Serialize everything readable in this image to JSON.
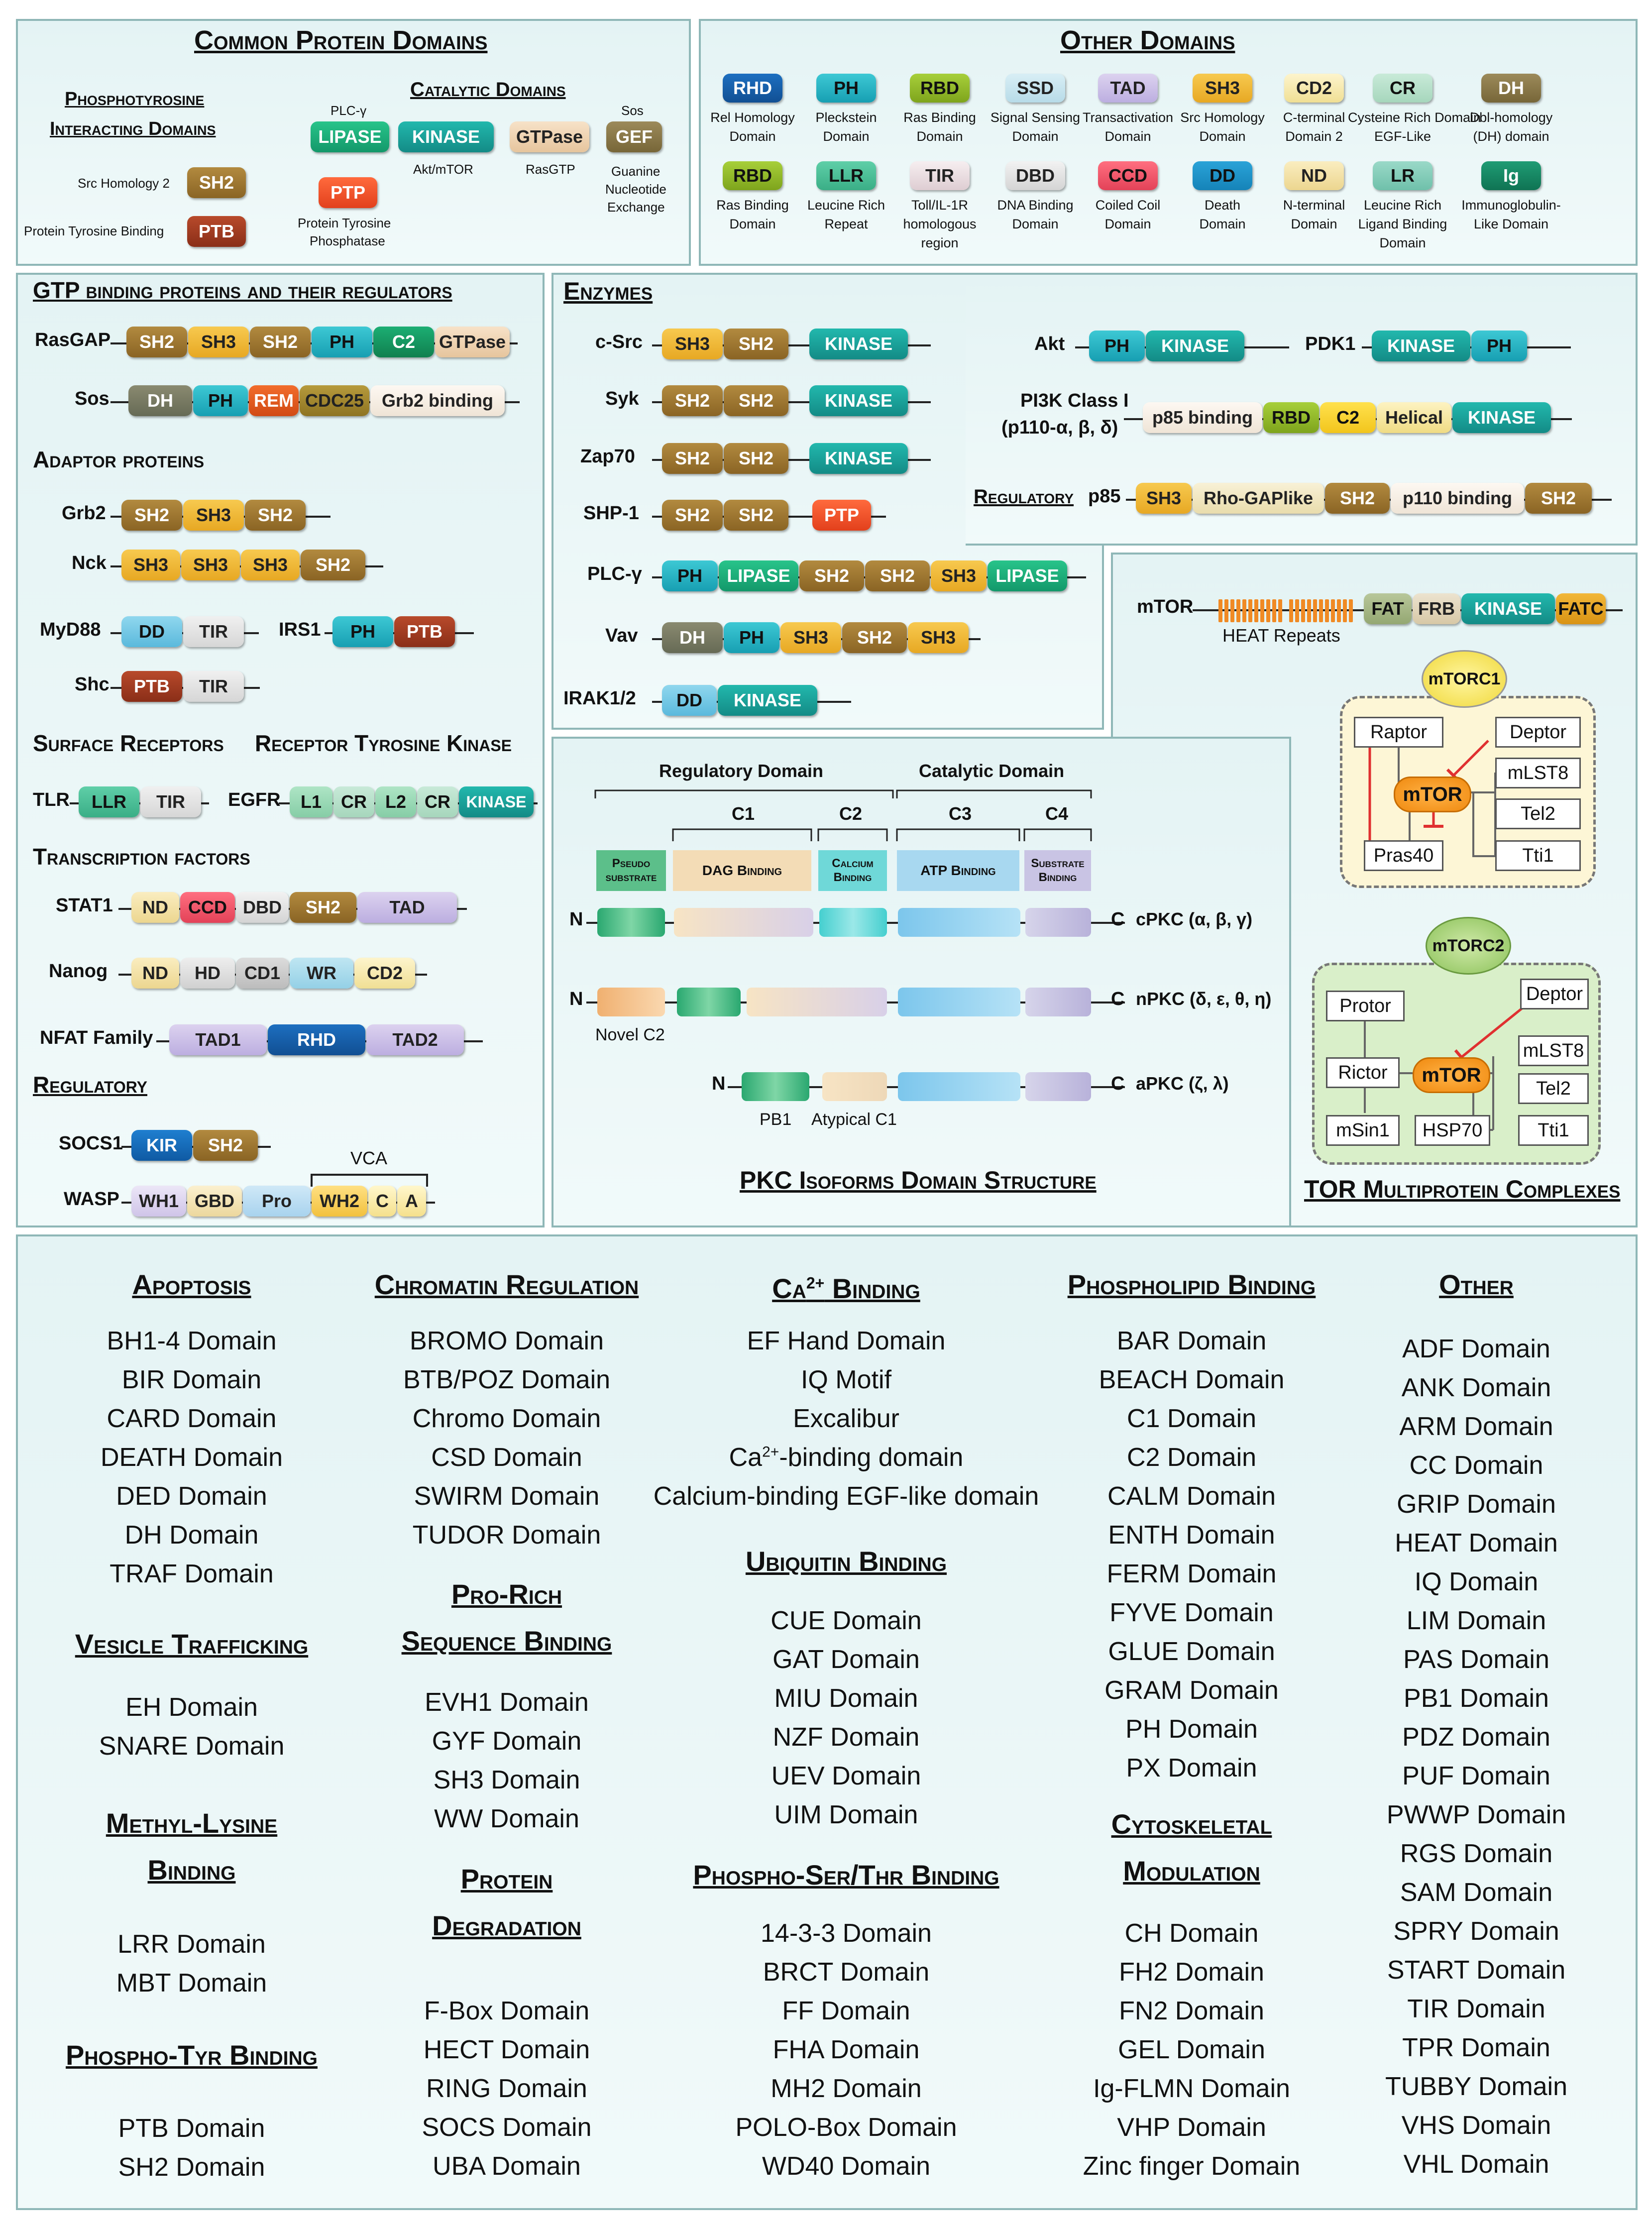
{
  "common": {
    "title": "Common Protein Domains",
    "ptyr_title_1": "Phosphotyrosine",
    "ptyr_title_2": "Interacting Domains",
    "catalytic_title": "Catalytic Domains",
    "sh2_label": "Src Homology 2",
    "sh2": "SH2",
    "ptb_label": "Protein Tyrosine Binding",
    "ptb": "PTB",
    "plcg": "PLC-γ",
    "lipase": "LIPASE",
    "kinase": "KINASE",
    "akt": "Akt/mTOR",
    "gtpase": "GTPase",
    "rasgtp": "RasGTP",
    "sos": "Sos",
    "gef": "GEF",
    "gef_label_1": "Guanine",
    "gef_label_2": "Nucleotide",
    "gef_label_3": "Exchange",
    "ptp": "PTP",
    "ptp_label_1": "Protein Tyrosine",
    "ptp_label_2": "Phosphatase"
  },
  "other": {
    "title": "Other Domains",
    "row1": [
      {
        "abbr": "RHD",
        "l1": "Rel Homology",
        "l2": "Domain",
        "l3": ""
      },
      {
        "abbr": "PH",
        "l1": "Pleckstein",
        "l2": "Domain",
        "l3": ""
      },
      {
        "abbr": "RBD",
        "l1": "Ras Binding",
        "l2": "Domain",
        "l3": ""
      },
      {
        "abbr": "SSD",
        "l1": "Signal Sensing",
        "l2": "Domain",
        "l3": ""
      },
      {
        "abbr": "TAD",
        "l1": "Transactivation",
        "l2": "Domain",
        "l3": ""
      },
      {
        "abbr": "SH3",
        "l1": "Src Homology",
        "l2": "Domain",
        "l3": ""
      },
      {
        "abbr": "CD2",
        "l1": "C-terminal",
        "l2": "Domain 2",
        "l3": ""
      },
      {
        "abbr": "CR",
        "l1": "Cysteine Rich Domain",
        "l2": "EGF-Like",
        "l3": ""
      },
      {
        "abbr": "DH",
        "l1": "Dbl-homology",
        "l2": "(DH) domain",
        "l3": ""
      }
    ],
    "row2": [
      {
        "abbr": "RBD",
        "l1": "Ras Binding",
        "l2": "Domain",
        "l3": ""
      },
      {
        "abbr": "LLR",
        "l1": "Leucine Rich",
        "l2": "Repeat",
        "l3": ""
      },
      {
        "abbr": "TIR",
        "l1": "Toll/IL-1R",
        "l2": "homologous",
        "l3": "region"
      },
      {
        "abbr": "DBD",
        "l1": "DNA Binding",
        "l2": "Domain",
        "l3": ""
      },
      {
        "abbr": "CCD",
        "l1": "Coiled Coil",
        "l2": "Domain",
        "l3": ""
      },
      {
        "abbr": "DD",
        "l1": "Death",
        "l2": "Domain",
        "l3": ""
      },
      {
        "abbr": "ND",
        "l1": "N-terminal",
        "l2": "Domain",
        "l3": ""
      },
      {
        "abbr": "LR",
        "l1": "Leucine Rich",
        "l2": "Ligand Binding",
        "l3": "Domain"
      },
      {
        "abbr": "Ig",
        "l1": "Immunoglobulin-",
        "l2": "Like Domain",
        "l3": ""
      }
    ]
  },
  "gtp": {
    "title": "GTP binding proteins and their regulators",
    "rasgap": "RasGAP",
    "sos": "Sos",
    "adaptor_title": "Adaptor proteins",
    "grb2": "Grb2",
    "nck": "Nck",
    "myd88": "MyD88",
    "irs1": "IRS1",
    "shc": "Shc",
    "receptors_title": "Surface Receptors",
    "rtk_title": "Receptor Tyrosine Kinase",
    "tlr": "TLR",
    "egfr": "EGFR",
    "tf_title": "Transcription factors",
    "stat1": "STAT1",
    "nanog": "Nanog",
    "nfat": "NFAT Family",
    "reg_title": "Regulatory",
    "socs1": "SOCS1",
    "wasp": "WASP",
    "vca": "VCA",
    "p": {
      "sh2": "SH2",
      "sh3": "SH3",
      "ph": "PH",
      "c2": "C2",
      "gtpase": "GTPase",
      "dh": "DH",
      "rem": "REM",
      "cdc25": "CDC25",
      "grb2b": "Grb2 binding",
      "dd": "DD",
      "tir": "TIR",
      "ptb": "PTB",
      "llr": "LLR",
      "l1": "L1",
      "cr": "CR",
      "l2": "L2",
      "kinase": "KINASE",
      "nd": "ND",
      "ccd": "CCD",
      "dbd": "DBD",
      "tad": "TAD",
      "hd": "HD",
      "cd1": "CD1",
      "wr": "WR",
      "cd2": "CD2",
      "tad1": "TAD1",
      "rhd": "RHD",
      "tad2": "TAD2",
      "kir": "KIR",
      "wh1": "WH1",
      "gbd": "GBD",
      "pro": "Pro",
      "wh2": "WH2",
      "c": "C",
      "a": "A"
    }
  },
  "enzymes": {
    "title": "Enzymes",
    "csrc": "c-Src",
    "syk": "Syk",
    "zap70": "Zap70",
    "shp1": "SHP-1",
    "plcg": "PLC-γ",
    "vav": "Vav",
    "irak": "IRAK1/2",
    "akt": "Akt",
    "pdk1": "PDK1",
    "pi3k_1": "PI3K Class I",
    "pi3k_2": "(p110-α, β, δ)",
    "regulatory": "Regulatory",
    "p85": "p85",
    "p": {
      "sh3": "SH3",
      "sh2": "SH2",
      "kinase": "KINASE",
      "ptp": "PTP",
      "ph": "PH",
      "lipase": "LIPASE",
      "dh": "DH",
      "dd": "DD",
      "p85b": "p85 binding",
      "rbd": "RBD",
      "c2": "C2",
      "helical": "Helical",
      "rhogap": "Rho-GAPlike",
      "p110b": "p110 binding"
    }
  },
  "mtor": {
    "label": "mTOR",
    "heat": "HEAT Repeats",
    "fat": "FAT",
    "frb": "FRB",
    "kinase": "KINASE",
    "fatc": "FATC",
    "mtorc1": "mTORC1",
    "mtorc2": "mTORC2",
    "c1": {
      "raptor": "Raptor",
      "deptor": "Deptor",
      "mlst8": "mLST8",
      "tel2": "Tel2",
      "tti1": "Tti1",
      "pras40": "Pras40",
      "mtor": "mTOR"
    },
    "c2": {
      "protor": "Protor",
      "rictor": "Rictor",
      "msin1": "mSin1",
      "hsp70": "HSP70",
      "deptor": "Deptor",
      "mlst8": "mLST8",
      "tel2": "Tel2",
      "tti1": "Tti1",
      "mtor": "mTOR"
    },
    "title": "TOR Multiprotein Complexes"
  },
  "pkc": {
    "regulatory": "Regulatory Domain",
    "catalytic": "Catalytic Domain",
    "c1": "C1",
    "c2": "C2",
    "c3": "C3",
    "c4": "C4",
    "pseudo_1": "Pseudo",
    "pseudo_2": "substrate",
    "dag": "DAG Binding",
    "calcium_1": "Calcium",
    "calcium_2": "Binding",
    "atp": "ATP Binding",
    "substrate_1": "Substrate",
    "substrate_2": "Binding",
    "n": "N",
    "c": "C",
    "cpkc": "cPKC (α, β, γ)",
    "npkc": "nPKC (δ, ε, θ, η)",
    "apkc": "aPKC (ζ, λ)",
    "novel_c2": "Novel C2",
    "pb1": "PB1",
    "atypical_c1": "Atypical C1",
    "title": "PKC Isoforms Domain Structure"
  },
  "lists": {
    "apoptosis": {
      "title": "Apoptosis",
      "items": [
        "BH1-4 Domain",
        "BIR Domain",
        "CARD Domain",
        "DEATH Domain",
        "DED Domain",
        "DH Domain",
        "TRAF Domain"
      ]
    },
    "vesicle": {
      "title": "Vesicle Trafficking",
      "items": [
        "EH Domain",
        "SNARE Domain"
      ]
    },
    "methyl": {
      "title_1": "Methyl-Lysine",
      "title_2": "Binding",
      "items": [
        "LRR Domain",
        "MBT Domain"
      ]
    },
    "ptyr": {
      "title": "Phospho-Tyr Binding",
      "items": [
        "PTB Domain",
        "SH2 Domain"
      ]
    },
    "chromatin": {
      "title": "Chromatin Regulation",
      "items": [
        "BROMO Domain",
        "BTB/POZ Domain",
        "Chromo Domain",
        "CSD Domain",
        "SWIRM Domain",
        "TUDOR Domain"
      ]
    },
    "prorich": {
      "title_1": "Pro-Rich",
      "title_2": "Sequence Binding",
      "items": [
        "EVH1 Domain",
        "GYF Domain",
        "SH3 Domain",
        "WW Domain"
      ]
    },
    "degradation": {
      "title_1": "Protein",
      "title_2": "Degradation",
      "items": [
        "F-Box Domain",
        "HECT Domain",
        "RING Domain",
        "SOCS Domain",
        "UBA Domain"
      ]
    },
    "ca": {
      "title_a": "Ca",
      "title_sup": "2+",
      "title_b": " Binding",
      "items": [
        "EF Hand Domain",
        "IQ Motif",
        "Excalibur"
      ],
      "ca_item_a": "Ca",
      "ca_item_sup": "2+",
      "ca_item_b": "-binding domain",
      "last": "Calcium-binding EGF-like domain"
    },
    "ubiquitin": {
      "title": "Ubiquitin Binding",
      "items": [
        "CUE Domain",
        "GAT Domain",
        "MIU Domain",
        "NZF Domain",
        "UEV Domain",
        "UIM Domain"
      ]
    },
    "psthr": {
      "title": "Phospho-Ser/Thr Binding",
      "items": [
        "14-3-3 Domain",
        "BRCT Domain",
        "FF Domain",
        "FHA Domain",
        "MH2 Domain",
        "POLO-Box Domain",
        "WD40 Domain"
      ]
    },
    "phospholipid": {
      "title": "Phospholipid Binding",
      "items": [
        "BAR Domain",
        "BEACH Domain",
        "C1 Domain",
        "C2 Domain",
        "CALM Domain",
        "ENTH Domain",
        "FERM Domain",
        "FYVE Domain",
        "GLUE Domain",
        "GRAM Domain",
        "PH Domain",
        "PX Domain"
      ]
    },
    "cyto": {
      "title_1": "Cytoskeletal",
      "title_2": "Modulation",
      "items": [
        "CH Domain",
        "FH2 Domain",
        "FN2 Domain",
        "GEL Domain",
        "Ig-FLMN Domain",
        "VHP Domain",
        "Zinc finger Domain"
      ]
    },
    "other": {
      "title": "Other",
      "items": [
        "ADF Domain",
        "ANK Domain",
        "ARM Domain",
        "CC Domain",
        "GRIP Domain",
        "HEAT Domain",
        "IQ Domain",
        "LIM Domain",
        "PAS Domain",
        "PB1 Domain",
        "PDZ Domain",
        "PUF Domain",
        "PWWP Domain",
        "RGS Domain",
        "SAM Domain",
        "SPRY Domain",
        "START Domain",
        "TIR Domain",
        "TPR Domain",
        "TUBBY Domain",
        "VHS Domain",
        "VHL Domain"
      ]
    }
  }
}
